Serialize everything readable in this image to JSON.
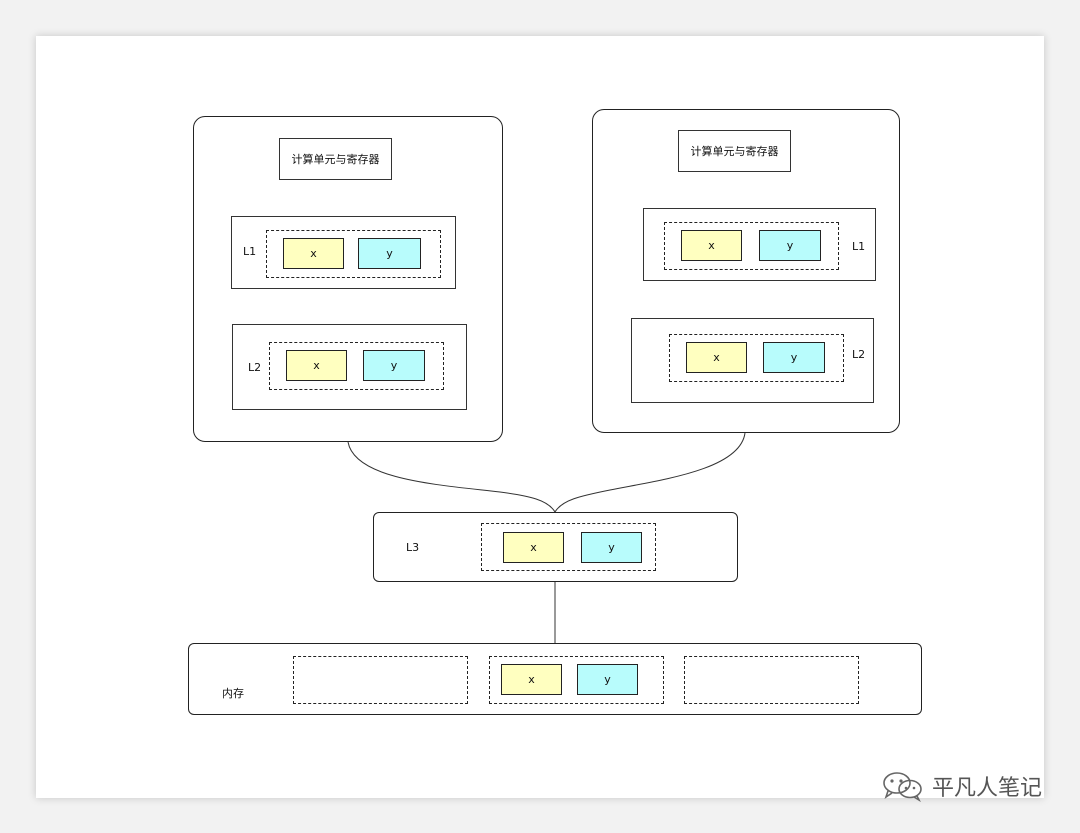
{
  "cores": [
    {
      "unit_label": "计算单元与寄存器",
      "l1": {
        "label": "L1",
        "x": "x",
        "y": "y"
      },
      "l2": {
        "label": "L2",
        "x": "x",
        "y": "y"
      }
    },
    {
      "unit_label": "计算单元与寄存器",
      "l1": {
        "label": "L1",
        "x": "x",
        "y": "y"
      },
      "l2": {
        "label": "L2",
        "x": "x",
        "y": "y"
      }
    }
  ],
  "l3": {
    "label": "L3",
    "x": "x",
    "y": "y"
  },
  "memory": {
    "label": "内存",
    "x": "x",
    "y": "y"
  },
  "watermark": {
    "text": "平凡人笔记",
    "icon": "wechat-icon"
  },
  "colors": {
    "x_cell": "#ffffc0",
    "y_cell": "#b8fcfc",
    "stroke": "#222222"
  }
}
